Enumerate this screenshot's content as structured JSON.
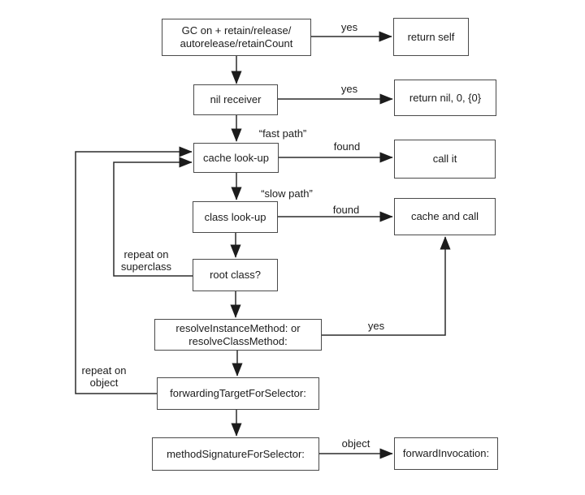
{
  "colors": {
    "background": "#ffffff",
    "box_border": "#4a4a4a",
    "arrow_line": "#2b2b2b",
    "text": "#1c1c1c"
  },
  "diagram": {
    "type": "flowchart",
    "nodes": [
      {
        "id": "gc-check",
        "lines": [
          "GC on + retain/release/",
          "autorelease/retainCount"
        ]
      },
      {
        "id": "return-self",
        "lines": [
          "return self"
        ]
      },
      {
        "id": "nil-receiver",
        "lines": [
          "nil receiver"
        ]
      },
      {
        "id": "return-nil",
        "lines": [
          "return nil, 0, {0}"
        ]
      },
      {
        "id": "cache-lookup",
        "lines": [
          "cache look-up"
        ]
      },
      {
        "id": "call-it",
        "lines": [
          "call it"
        ]
      },
      {
        "id": "class-lookup",
        "lines": [
          "class look-up"
        ]
      },
      {
        "id": "cache-and-call",
        "lines": [
          "cache and call"
        ]
      },
      {
        "id": "root-class",
        "lines": [
          "root class?"
        ]
      },
      {
        "id": "resolve-methods",
        "lines": [
          "resolveInstanceMethod: or",
          "resolveClassMethod:"
        ]
      },
      {
        "id": "forwarding-target",
        "lines": [
          "forwardingTargetForSelector:"
        ]
      },
      {
        "id": "method-signature",
        "lines": [
          "methodSignatureForSelector:"
        ]
      },
      {
        "id": "forward-invocation",
        "lines": [
          "forwardInvocation:"
        ]
      }
    ],
    "edge_labels": [
      {
        "id": "yes-gc",
        "lines": [
          "yes"
        ]
      },
      {
        "id": "yes-nil",
        "lines": [
          "yes"
        ]
      },
      {
        "id": "fast-path",
        "lines": [
          "“fast path”"
        ]
      },
      {
        "id": "found-cache",
        "lines": [
          "found"
        ]
      },
      {
        "id": "slow-path",
        "lines": [
          "“slow path”"
        ]
      },
      {
        "id": "found-class",
        "lines": [
          "found"
        ]
      },
      {
        "id": "repeat-superclass",
        "lines": [
          "repeat on",
          "superclass"
        ]
      },
      {
        "id": "yes-resolve",
        "lines": [
          "yes"
        ]
      },
      {
        "id": "repeat-object",
        "lines": [
          "repeat on",
          "object"
        ]
      },
      {
        "id": "object-sig",
        "lines": [
          "object"
        ]
      }
    ]
  }
}
